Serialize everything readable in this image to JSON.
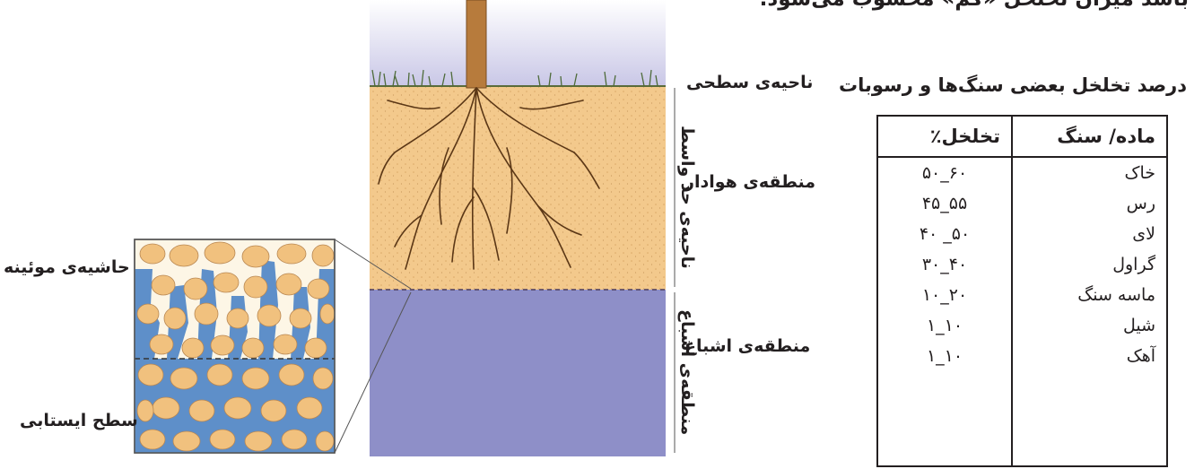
{
  "header": {
    "text": "باشد میزان تخلخل «کم» محسوب می‌شود."
  },
  "diagram": {
    "labels": {
      "surface_zone": "ناحیه‌ی سطحی",
      "aeration_zone": "منطقه‌ی هوادار",
      "intermediate_zone": "ناحیه‌ی حد واسط",
      "saturation_zone": "منطقه‌ی اشباع",
      "saturation_zone_vertical": "منطقه‌ی اشباع",
      "capillary_fringe": "حاشیه‌ی موئینه",
      "water_table": "سطح ایستابی"
    },
    "colors": {
      "soil": "#f3c98c",
      "saturated": "#8e8fc8",
      "water": "#5e8fc9",
      "grain": "#f1c17e",
      "sky": "#c8c6e6"
    }
  },
  "table": {
    "title": "درصد تخلخل بعضی سنگ‌ها و رسوبات",
    "headers": {
      "material": "ماده/ سنگ",
      "porosity": "تخلخل٪"
    },
    "rows": [
      {
        "material": "خاک",
        "porosity": "۵۰_۶۰"
      },
      {
        "material": "رس",
        "porosity": "۴۵_۵۵"
      },
      {
        "material": "لای",
        "porosity": "۴۰ _۵۰"
      },
      {
        "material": "گراول",
        "porosity": "۳۰_۴۰"
      },
      {
        "material": "ماسه سنگ",
        "porosity": "۱۰_۲۰"
      },
      {
        "material": "شیل",
        "porosity": "۱_۱۰"
      },
      {
        "material": "آهک",
        "porosity": "۱_۱۰"
      }
    ]
  }
}
